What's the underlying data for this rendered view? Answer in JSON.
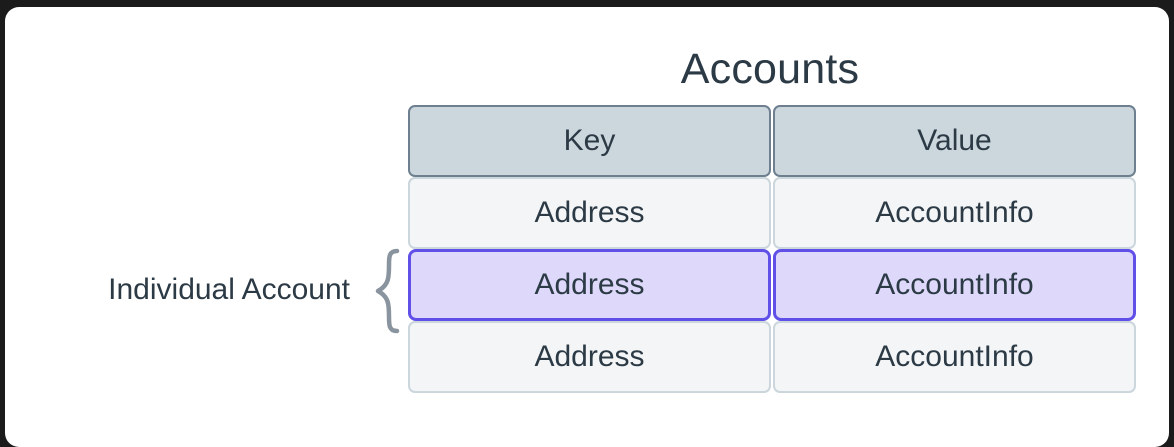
{
  "diagram": {
    "title": "Accounts",
    "annotation": {
      "label": "Individual Account",
      "brace_symbol": "{",
      "brace_color": "#8a949e",
      "points_to_row_index": 1
    },
    "table": {
      "columns": [
        "Key",
        "Value"
      ],
      "rows": [
        {
          "key": "Address",
          "value": "AccountInfo",
          "highlighted": false
        },
        {
          "key": "Address",
          "value": "AccountInfo",
          "highlighted": true
        },
        {
          "key": "Address",
          "value": "AccountInfo",
          "highlighted": false
        }
      ]
    },
    "colors": {
      "page_background": "#1b1b1b",
      "card_background": "#ffffff",
      "text": "#2c3a46",
      "header_fill": "#ccd6dd",
      "header_border": "#6e8090",
      "row_fill": "#f3f5f6",
      "row_border": "#ccd6dd",
      "highlight_fill": "#ded9fa",
      "highlight_border": "#6050e8"
    }
  }
}
